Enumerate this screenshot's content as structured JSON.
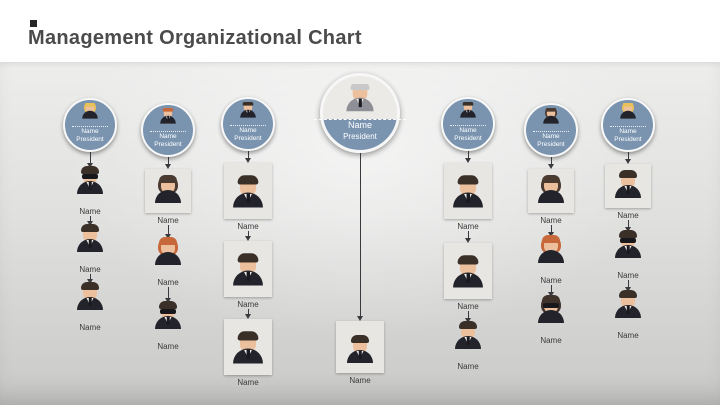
{
  "slide": {
    "title": "Management Organizational Chart"
  },
  "colors": {
    "accent_node_fill": "#7A94B0",
    "node_ring": "#F8F8F8",
    "canvas_top": "#EDEDEC",
    "canvas_bottom": "#C9C9C8",
    "card_fill": "#E7E6E2",
    "arrow": "#3A3A3E",
    "title_text": "#4B4B4B",
    "member_text": "#3A3A3A"
  },
  "chart": {
    "center": {
      "name": "Name",
      "title": "President",
      "avatar": "president-gray-suit-man",
      "members": [
        {
          "name": "Name",
          "avatar": "man-dark"
        }
      ]
    },
    "columns": [
      {
        "name": "Name",
        "title": "President",
        "avatar": "woman-blonde",
        "members": [
          {
            "name": "Name",
            "avatar": "man-sunglasses"
          },
          {
            "name": "Name",
            "avatar": "man-dark"
          },
          {
            "name": "Name",
            "avatar": "man-dark"
          }
        ]
      },
      {
        "name": "Name",
        "title": "President",
        "avatar": "man-red",
        "members": [
          {
            "name": "Name",
            "avatar": "woman-dark"
          },
          {
            "name": "Name",
            "avatar": "woman-red"
          },
          {
            "name": "Name",
            "avatar": "man-sunglasses"
          }
        ]
      },
      {
        "name": "Name",
        "title": "President",
        "avatar": "man-dark",
        "members": [
          {
            "name": "Name",
            "avatar": "man-dark"
          },
          {
            "name": "Name",
            "avatar": "man-dark"
          },
          {
            "name": "Name",
            "avatar": "man-dark"
          }
        ]
      },
      {
        "name": "Name",
        "title": "President",
        "avatar": "man-dark",
        "members": [
          {
            "name": "Name",
            "avatar": "man-dark"
          },
          {
            "name": "Name",
            "avatar": "man-dark"
          },
          {
            "name": "Name",
            "avatar": "man-dark"
          }
        ]
      },
      {
        "name": "Name",
        "title": "President",
        "avatar": "woman-dark",
        "members": [
          {
            "name": "Name",
            "avatar": "woman-dark"
          },
          {
            "name": "Name",
            "avatar": "woman-red"
          },
          {
            "name": "Name",
            "avatar": "woman-sunglasses"
          }
        ]
      },
      {
        "name": "Name",
        "title": "President",
        "avatar": "woman-blonde",
        "members": [
          {
            "name": "Name",
            "avatar": "man-dark"
          },
          {
            "name": "Name",
            "avatar": "man-sunglasses"
          },
          {
            "name": "Name",
            "avatar": "man-dark"
          }
        ]
      }
    ]
  }
}
